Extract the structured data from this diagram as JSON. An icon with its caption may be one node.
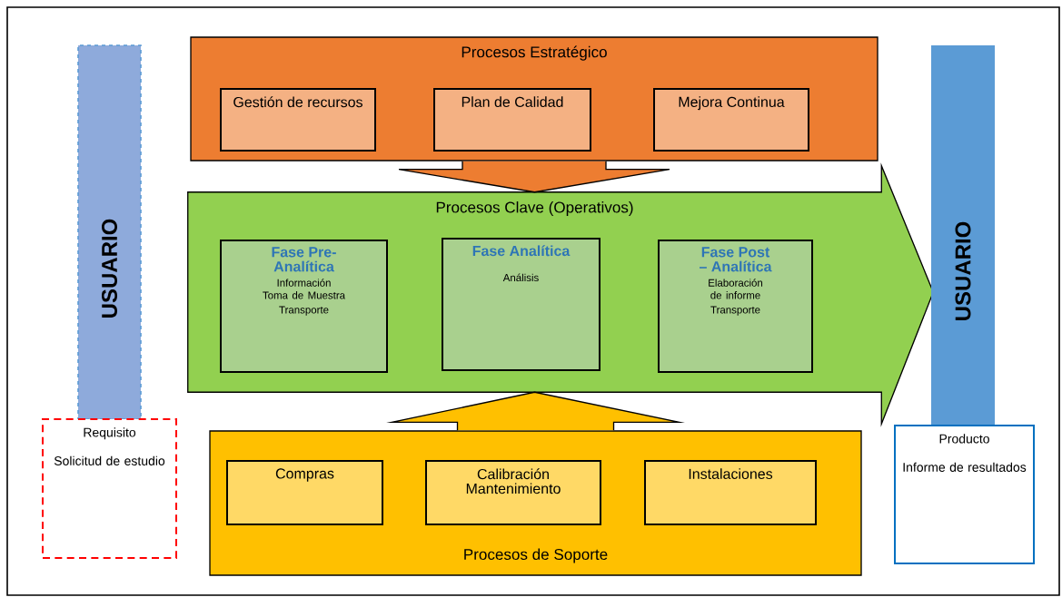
{
  "diagram": {
    "nodes": [
      {
        "text": [
          "USUARIO"
        ]
      },
      {
        "text": [
          "Requisito",
          "Solicitud de estudio"
        ]
      },
      {
        "text": [
          "Procesos Estratégico"
        ]
      },
      {
        "text": [
          "Gestión de recursos"
        ],
        "in": 2
      },
      {
        "text": [
          "Plan de Calidad"
        ],
        "in": 2
      },
      {
        "text": [
          "Mejora Continua"
        ],
        "in": 2
      },
      {
        "text": [
          "Procesos Clave  (Operativos)"
        ]
      },
      {
        "text": [
          "Fase Pre- Analítica",
          "Información",
          "Toma de Muestra",
          "Transporte"
        ],
        "in": 6
      },
      {
        "text": [
          "Fase Analítica",
          "Análisis"
        ],
        "in": 6
      },
      {
        "text": [
          "Fase Post – Analítica",
          "Elaboración de informe",
          "Transporte"
        ],
        "in": 6
      },
      {
        "text": [
          "Procesos de Soporte"
        ]
      },
      {
        "text": [
          "Compras"
        ],
        "in": 10
      },
      {
        "text": [
          "Calibración Mantenimiento"
        ],
        "in": 10
      },
      {
        "text": [
          "Instalaciones"
        ],
        "in": 10
      },
      {
        "text": [
          "USUARIO"
        ]
      },
      {
        "text": [
          "Producto",
          "Informe de resultados"
        ]
      }
    ],
    "edges": [
      {
        "from": 2,
        "to": 6,
        "arrow": "to"
      },
      {
        "from": 10,
        "to": 6,
        "arrow": "to"
      }
    ]
  }
}
